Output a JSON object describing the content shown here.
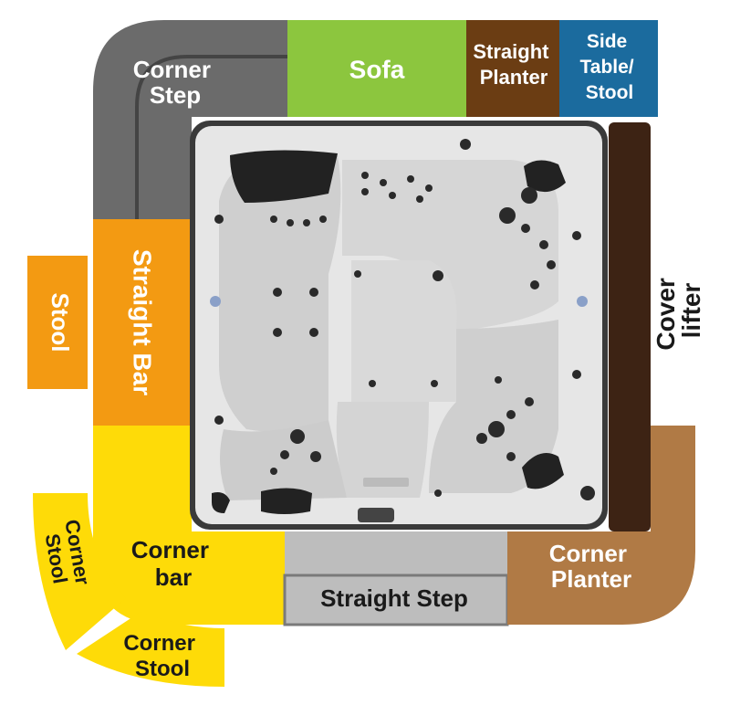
{
  "labels": {
    "corner_step": "Corner Step",
    "sofa": "Sofa",
    "straight_planter": "Straight Planter",
    "side_table_stool": "Side Table/ Stool",
    "stool": "Stool",
    "straight_bar": "Straight Bar",
    "cover_lifter": "Cover lifter",
    "corner_bar": "Corner bar",
    "corner_stool_left": "Corner Stool",
    "corner_stool_bottom": "Corner Stool",
    "straight_step": "Straight Step",
    "corner_planter": "Corner Planter"
  },
  "colors": {
    "gray_step": "#6b6b6b",
    "light_gray_step": "#bdbdbd",
    "green_sofa": "#8cc63e",
    "brown_planter": "#6b3d13",
    "blue_table": "#1b6b9e",
    "orange": "#f39a12",
    "dark_brown_lifter": "#3d2314",
    "yellow": "#fedb08",
    "tan_planter": "#b07a45",
    "white_text": "#ffffff",
    "black_text": "#1a1a1a",
    "spa_shell": "#e6e6e6",
    "spa_frame": "#3a3a3a"
  }
}
